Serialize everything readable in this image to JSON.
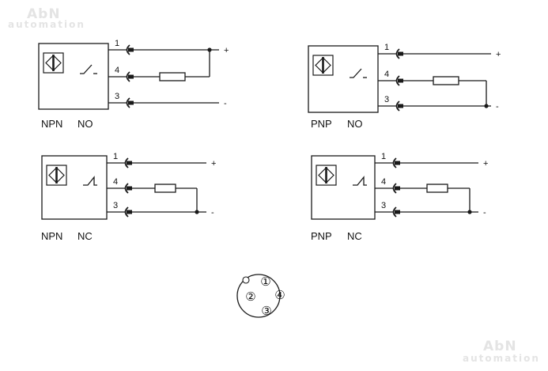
{
  "watermark": {
    "brand": "AbN",
    "tagline": "automation"
  },
  "diagrams": [
    {
      "type_label": "NPN",
      "mode_label": "NO",
      "pins": [
        {
          "label": "1",
          "sign": "+"
        },
        {
          "label": "4",
          "sign": ""
        },
        {
          "label": "3",
          "sign": "-"
        }
      ]
    },
    {
      "type_label": "PNP",
      "mode_label": "NO",
      "pins": [
        {
          "label": "1",
          "sign": "+"
        },
        {
          "label": "4",
          "sign": ""
        },
        {
          "label": "3",
          "sign": "-"
        }
      ]
    },
    {
      "type_label": "NPN",
      "mode_label": "NC",
      "pins": [
        {
          "label": "1",
          "sign": "+"
        },
        {
          "label": "4",
          "sign": ""
        },
        {
          "label": "3",
          "sign": "-"
        }
      ]
    },
    {
      "type_label": "PNP",
      "mode_label": "NC",
      "pins": [
        {
          "label": "1",
          "sign": "+"
        },
        {
          "label": "4",
          "sign": ""
        },
        {
          "label": "3",
          "sign": "-"
        }
      ]
    }
  ],
  "connector": {
    "pins": [
      "①",
      "②",
      "③",
      "④"
    ]
  }
}
